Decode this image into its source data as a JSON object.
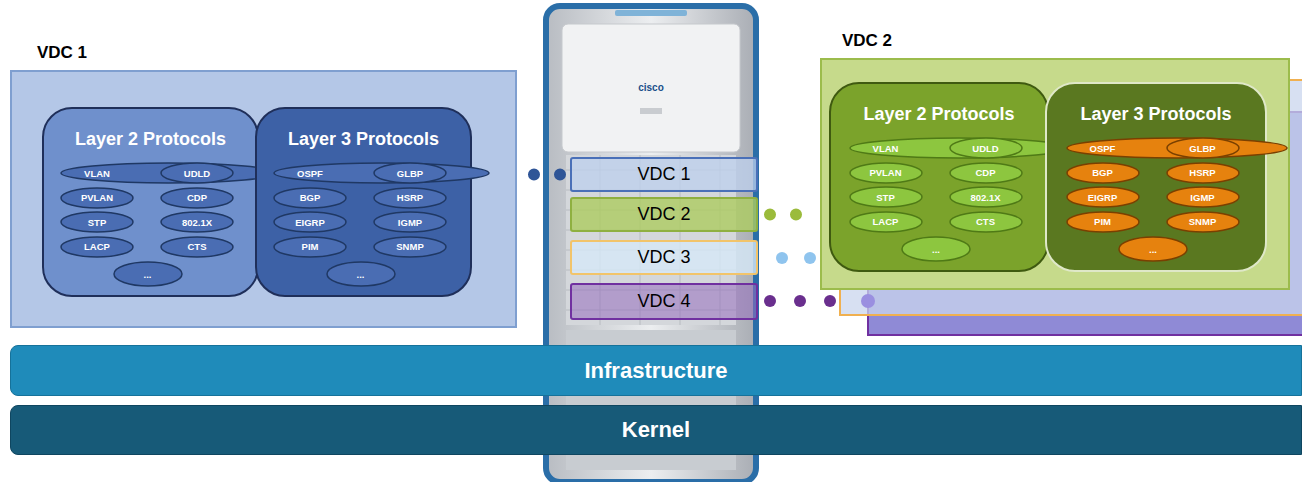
{
  "diagram": {
    "nodes": [
      {
        "text": [
          "VDC 1"
        ]
      },
      {
        "text": [
          "Layer 2 Protocols"
        ],
        "in": 0
      },
      {
        "text": [
          "VLAN"
        ],
        "in": 1
      },
      {
        "text": [
          "UDLD"
        ],
        "in": 1
      },
      {
        "text": [
          "PVLAN"
        ],
        "in": 1
      },
      {
        "text": [
          "CDP"
        ],
        "in": 1
      },
      {
        "text": [
          "STP"
        ],
        "in": 1
      },
      {
        "text": [
          "802.1X"
        ],
        "in": 1
      },
      {
        "text": [
          "LACP"
        ],
        "in": 1
      },
      {
        "text": [
          "CTS"
        ],
        "in": 1
      },
      {
        "text": [
          "..."
        ],
        "in": 1
      },
      {
        "text": [
          "Layer 3 Protocols"
        ],
        "in": 0
      },
      {
        "text": [
          "OSPF"
        ],
        "in": 11
      },
      {
        "text": [
          "GLBP"
        ],
        "in": 11
      },
      {
        "text": [
          "BGP"
        ],
        "in": 11
      },
      {
        "text": [
          "HSRP"
        ],
        "in": 11
      },
      {
        "text": [
          "EIGRP"
        ],
        "in": 11
      },
      {
        "text": [
          "IGMP"
        ],
        "in": 11
      },
      {
        "text": [
          "PIM"
        ],
        "in": 11
      },
      {
        "text": [
          "SNMP"
        ],
        "in": 11
      },
      {
        "text": [
          "..."
        ],
        "in": 11
      },
      {
        "text": [
          "VDC 1"
        ]
      },
      {
        "text": [
          "VDC 2"
        ]
      },
      {
        "text": [
          "VDC 3"
        ]
      },
      {
        "text": [
          "VDC 4"
        ]
      },
      {
        "text": [
          "VDC 2"
        ]
      },
      {
        "text": [
          "Layer 2 Protocols"
        ],
        "in": 25
      },
      {
        "text": [
          "VLAN"
        ],
        "in": 26
      },
      {
        "text": [
          "UDLD"
        ],
        "in": 26
      },
      {
        "text": [
          "PVLAN"
        ],
        "in": 26
      },
      {
        "text": [
          "CDP"
        ],
        "in": 26
      },
      {
        "text": [
          "STP"
        ],
        "in": 26
      },
      {
        "text": [
          "802.1X"
        ],
        "in": 26
      },
      {
        "text": [
          "LACP"
        ],
        "in": 26
      },
      {
        "text": [
          "CTS"
        ],
        "in": 26
      },
      {
        "text": [
          "..."
        ],
        "in": 26
      },
      {
        "text": [
          "Layer 3 Protocols"
        ],
        "in": 25
      },
      {
        "text": [
          "OSPF"
        ],
        "in": 36
      },
      {
        "text": [
          "GLBP"
        ],
        "in": 36
      },
      {
        "text": [
          "BGP"
        ],
        "in": 36
      },
      {
        "text": [
          "HSRP"
        ],
        "in": 36
      },
      {
        "text": [
          "EIGRP"
        ],
        "in": 36
      },
      {
        "text": [
          "IGMP"
        ],
        "in": 36
      },
      {
        "text": [
          "PIM"
        ],
        "in": 36
      },
      {
        "text": [
          "SNMP"
        ],
        "in": 36
      },
      {
        "text": [
          "..."
        ],
        "in": 36
      },
      {
        "text": [
          "Infrastructure"
        ]
      },
      {
        "text": [
          "Kernel"
        ]
      }
    ],
    "edges": [
      {
        "from": 21,
        "to": 0,
        "arrow": "none"
      },
      {
        "from": 22,
        "to": 25,
        "arrow": "none"
      }
    ],
    "labels": [
      "cisco"
    ]
  }
}
